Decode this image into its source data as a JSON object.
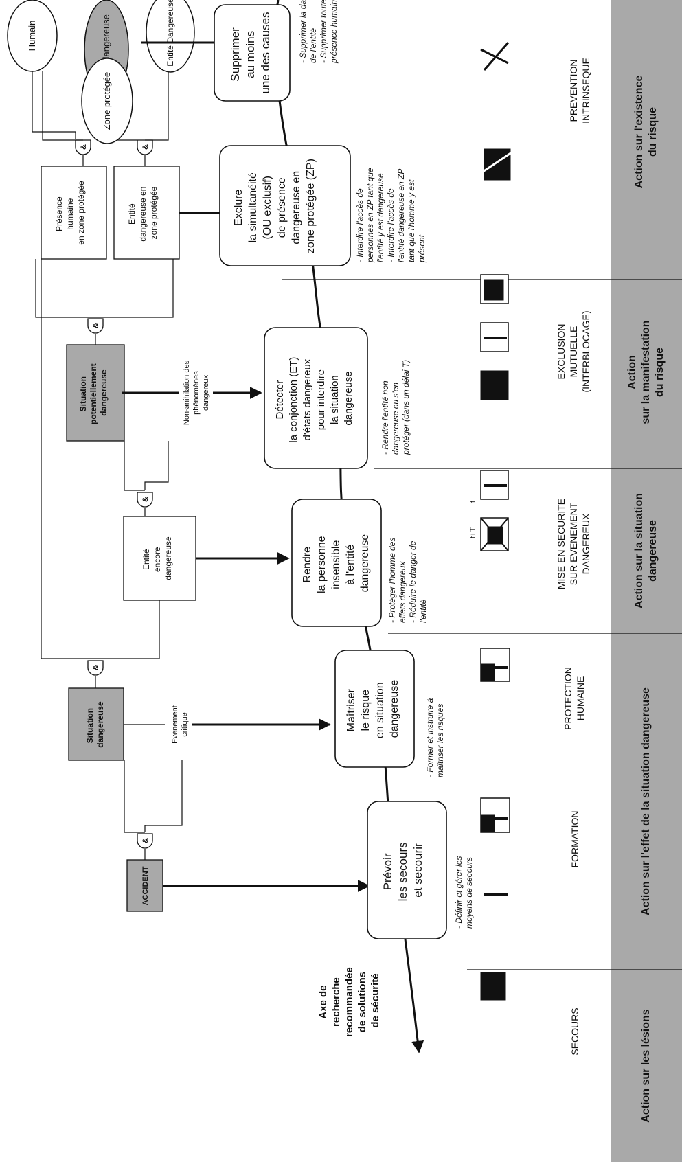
{
  "tree": {
    "humain": "Humain",
    "zone_dangereuse": "Zone dangereuse",
    "zone_protegee": "Zone protégée",
    "entite_dangereuse": "Entité Dangereuse",
    "presence_humaine": [
      "Présence",
      "humaine",
      "en zone protégée"
    ],
    "entite_en_zone": [
      "Entité",
      "dangereuse en",
      "zone protégée"
    ],
    "situation_potentielle": [
      "Situation",
      "potentiellement",
      "dangereuse"
    ],
    "non_annihilation": [
      "Non-anihilation des",
      "phénomènes",
      "dangereux"
    ],
    "entite_encore": [
      "Entité",
      "encore",
      "dangereuse"
    ],
    "situation_dangereuse": [
      "Situation",
      "dangereuse"
    ],
    "evenement_critique": [
      "Evénement",
      "critique"
    ],
    "accident": "ACCIDENT",
    "gate_symbol": "&"
  },
  "actions": {
    "supprimer": [
      "Supprimer",
      "au moins",
      "une des causes"
    ],
    "exclure": [
      "Exclure",
      "la simultanéité",
      "(OU exclusif)",
      "de présence",
      "dangereuse en",
      "zone protégée (ZP)"
    ],
    "detecter": [
      "Détecter",
      "la conjonction (ET)",
      "d'états dangereux",
      "pour interdire",
      "la situation",
      "dangereuse"
    ],
    "rendre": [
      "Rendre",
      "la personne",
      "insensible",
      "à l'entité",
      "dangereuse"
    ],
    "maitriser": [
      "Maîtriser",
      "le risque",
      "en situation",
      "dangereuse"
    ],
    "prevoir": [
      "Prévoir",
      "les secours",
      "et secourir"
    ],
    "axe": [
      "Axe de",
      "recherche",
      "recommandée",
      "de solutions",
      "de sécurité"
    ]
  },
  "bullets": {
    "supprimer": [
      "- Supprimer la dangerosité",
      "de l'entité",
      "- Supprimer toute",
      "présence humaine"
    ],
    "exclure": [
      "- Interdire l'accès de",
      "personnes en ZP tant que",
      "l'entité y est dangereuse",
      "- Interdire l'accès de",
      "l'entité dangereuse en ZP",
      "tant que l'homme y est",
      "présent"
    ],
    "detecter": [
      "- Rendre l'entité non",
      "dangereuse ou s'en",
      "protéger (dans un délai T)"
    ],
    "rendre": [
      "- Protéger l'homme des",
      "effets dangereux",
      "- Réduire le danger de",
      "l'entité"
    ],
    "maitriser": [
      "- Former et instruire à",
      "maîtriser les risques"
    ],
    "prevoir": [
      "- Définir et gérer les",
      "moyens de secours"
    ]
  },
  "timing_labels": {
    "t": "t",
    "tT": "t+T"
  },
  "categories": {
    "prevention": [
      "PREVENTION",
      "INTRINSEQUE"
    ],
    "exclusion": [
      "EXCLUSION",
      "MUTUELLE",
      "(INTERBLOCAGE)"
    ],
    "mise": [
      "MISE EN SECURITE",
      "SUR EVENEMENT",
      "DANGEREUX"
    ],
    "protection": [
      "PROTECTION",
      "HUMAINE"
    ],
    "formation": "FORMATION",
    "secours": "SECOURS"
  },
  "footer": {
    "existence": [
      "Action sur l'existence",
      "du risque"
    ],
    "manifestation": [
      "Action",
      "sur la manifestation",
      "du risque"
    ],
    "situation": [
      "Action sur la situation",
      "dangereuse"
    ],
    "effet": "Action sur l'effet de la situation dangereuse",
    "lesions": "Action sur les lésions"
  },
  "colors": {
    "shaded": "#a9a9a9",
    "ink": "#111111",
    "paper": "#ffffff"
  }
}
